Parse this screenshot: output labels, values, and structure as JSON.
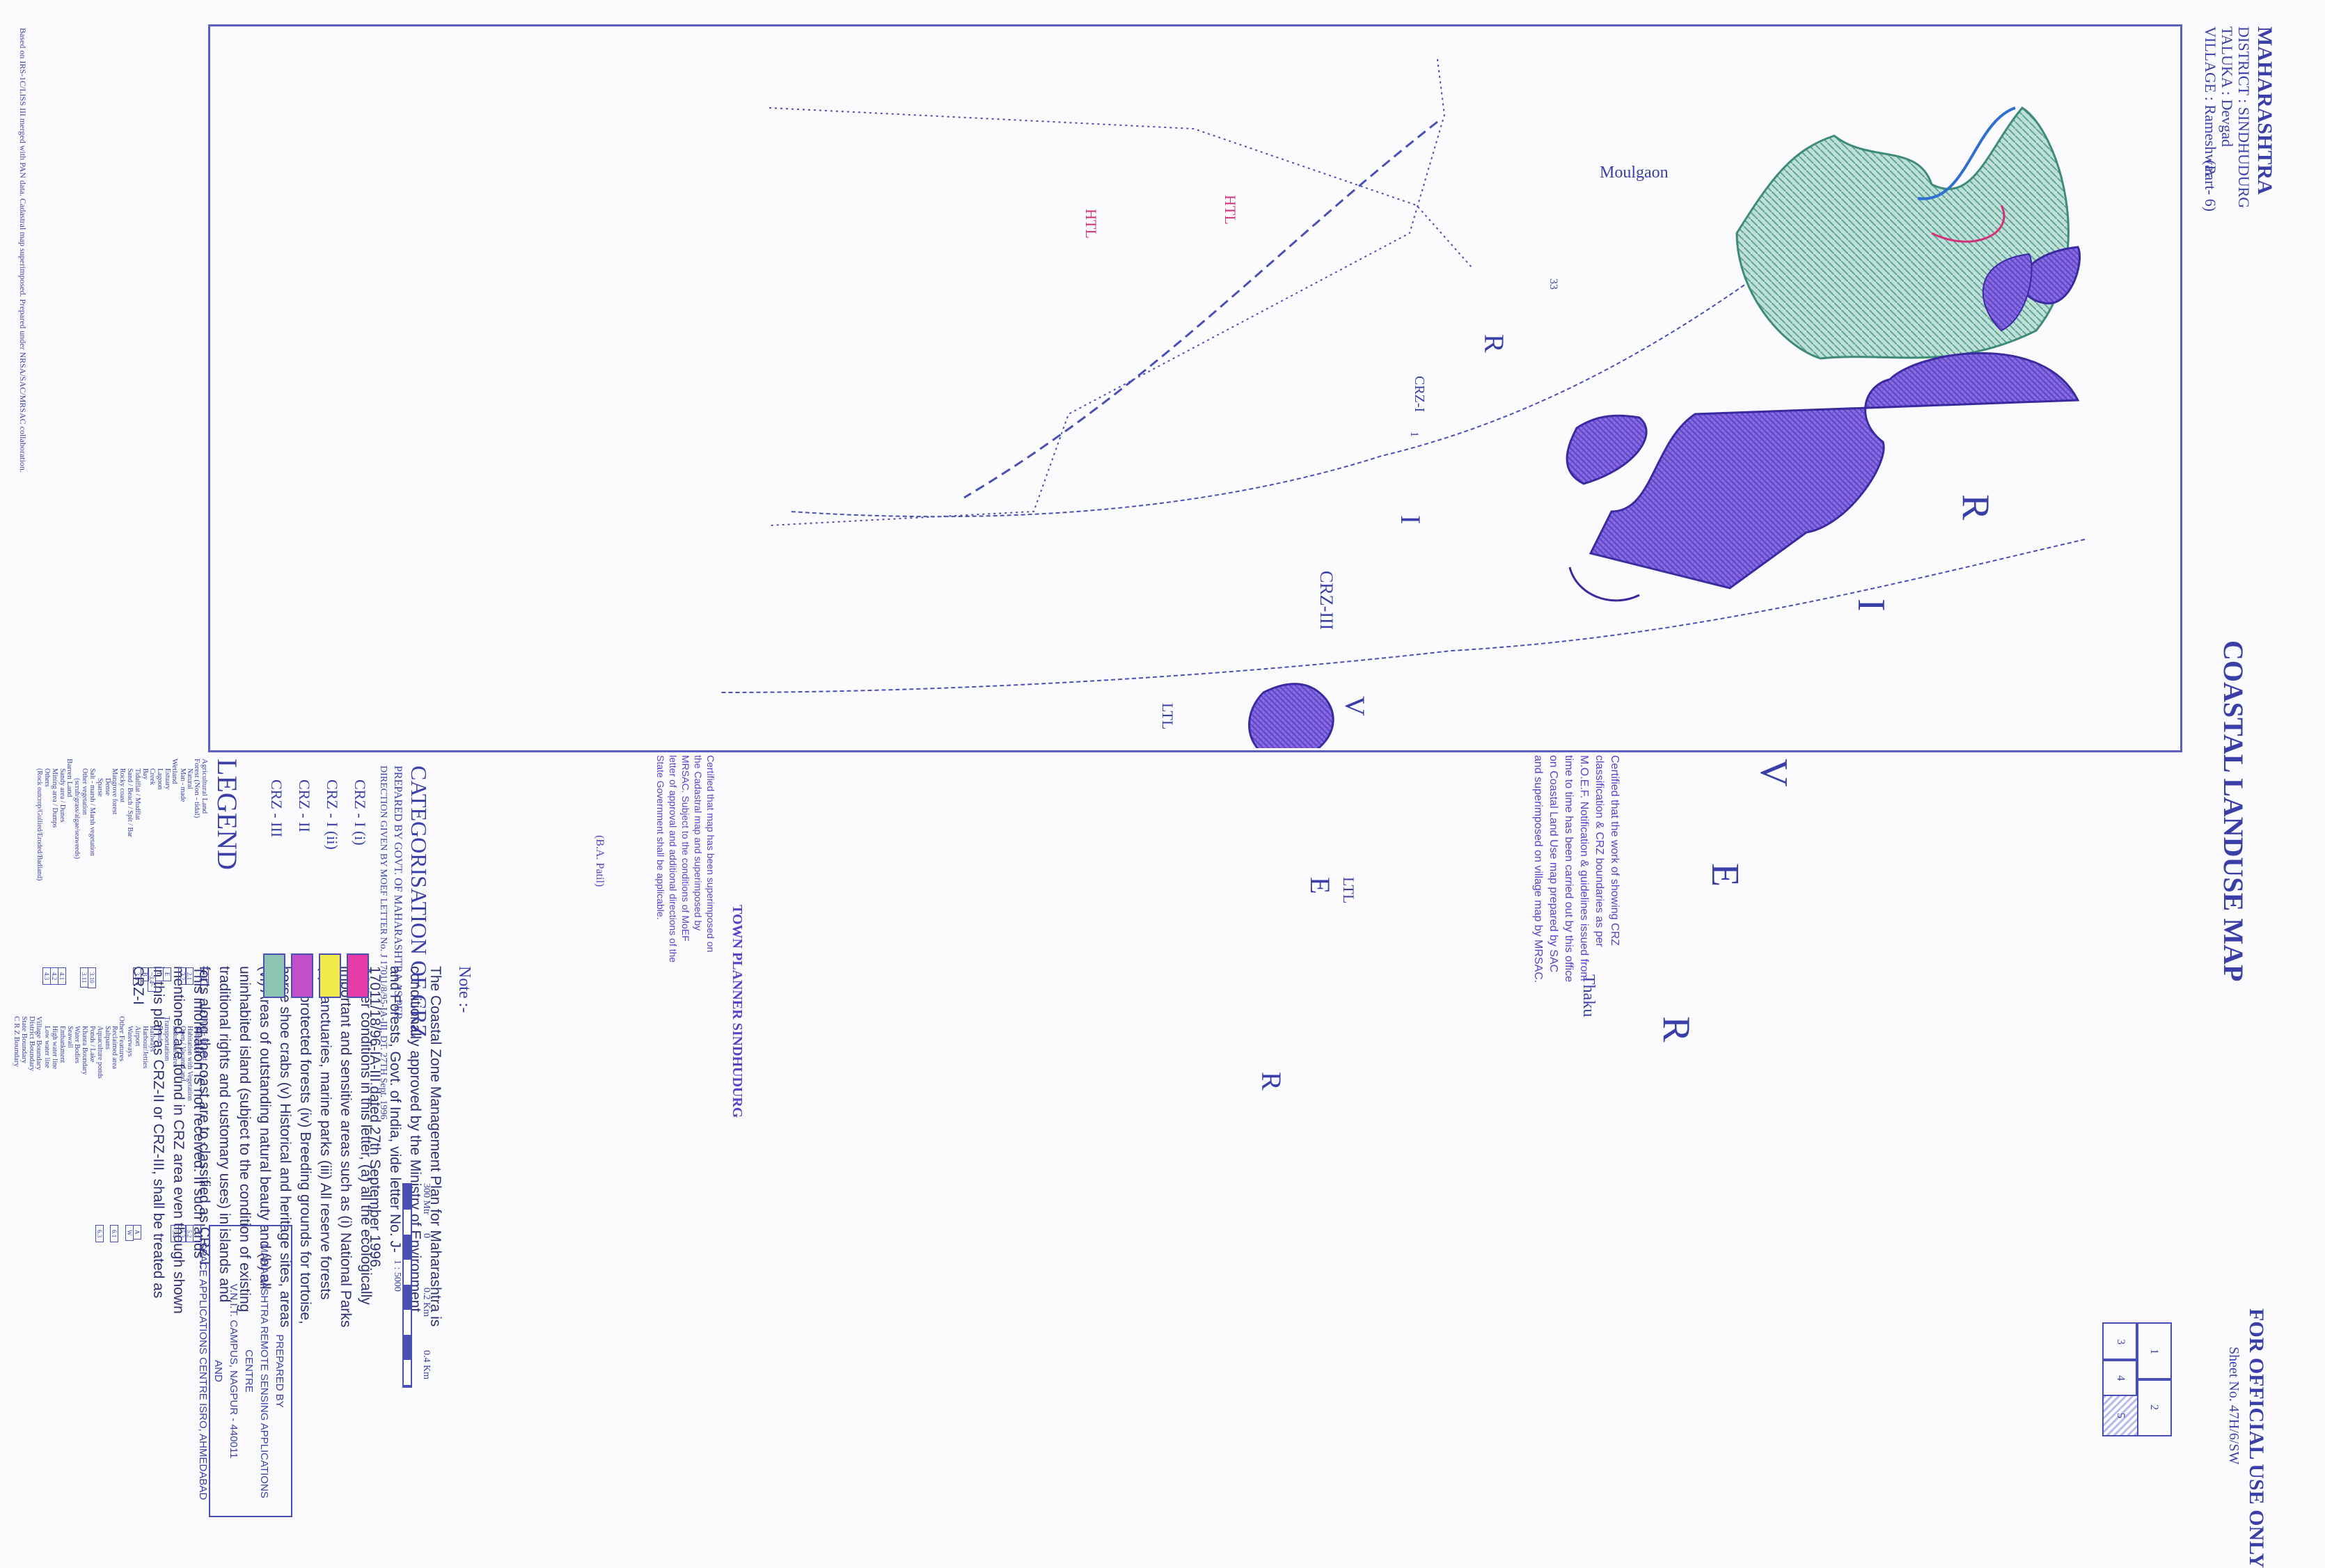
{
  "header": {
    "state": "MAHARASHTRA",
    "district": "DISTRICT : SINDHUDURG",
    "taluka": "TALUKA : Devgad",
    "village": "VILLAGE : Rameshwar",
    "part": "(Part- 6)",
    "title": "COASTAL LANDUSE MAP",
    "official": "FOR OFFICIAL USE ONLY",
    "sheet": "Sheet No. 47H/6/SW"
  },
  "index_grid": {
    "row1": [
      "1",
      "2"
    ],
    "row2": [
      "3",
      "4",
      "5"
    ]
  },
  "legend_left": [
    {
      "label": "Agricultural Land",
      "indent": 0,
      "code": "1.1"
    },
    {
      "label": "Forest (Non - tidal)",
      "indent": 0,
      "code": ""
    },
    {
      "label": "Natural",
      "indent": 1,
      "code": "2.1"
    },
    {
      "label": "Man - made",
      "indent": 1,
      "code": "2.2"
    },
    {
      "label": "Wetland",
      "indent": 0,
      "code": ""
    },
    {
      "label": "Estuary",
      "indent": 1,
      "code": "E"
    },
    {
      "label": "Lagoon",
      "indent": 1,
      "code": "L"
    },
    {
      "label": "Creek",
      "indent": 1,
      "code": "~3.4~"
    },
    {
      "label": "Bay",
      "indent": 1,
      "code": "B"
    },
    {
      "label": "Tidalflat / Mudflat",
      "indent": 1,
      "code": "3.5"
    },
    {
      "label": "Sand / Beach / Spit / Bar",
      "indent": 1,
      "code": ""
    },
    {
      "label": "Rocky coast",
      "indent": 1,
      "code": ""
    },
    {
      "label": "Mangrove forest",
      "indent": 1,
      "code": ""
    },
    {
      "label": "Dense",
      "indent": 2,
      "code": ""
    },
    {
      "label": "Sparse",
      "indent": 2,
      "code": ""
    },
    {
      "label": "Salt - marsh / Marsh vegetation",
      "indent": 1,
      "code": "3.10"
    },
    {
      "label": "Other vegetation",
      "indent": 1,
      "code": "3.11"
    },
    {
      "label": "(scrub/grass/algae/seaweeds)",
      "indent": 2,
      "code": ""
    },
    {
      "label": "Barren Land",
      "indent": 0,
      "code": ""
    },
    {
      "label": "Sandy area / Dunes",
      "indent": 1,
      "code": "4.1"
    },
    {
      "label": "Mining area / Dumps",
      "indent": 1,
      "code": "4.2"
    },
    {
      "label": "Others",
      "indent": 1,
      "code": "4.3"
    },
    {
      "label": "(Rock outcrop/Gullied/Eroded/Badland)",
      "indent": 1,
      "code": ""
    }
  ],
  "legend_right": [
    {
      "label": "Built - up land",
      "indent": 0,
      "code": ""
    },
    {
      "label": "Habitation",
      "indent": 1,
      "code": "5.1"
    },
    {
      "label": "Habitation with Vegetation",
      "indent": 1,
      "code": "5.2"
    },
    {
      "label": "Open / Vacant Land",
      "indent": 1,
      "code": "5.3"
    },
    {
      "label": "Industrial Area",
      "indent": 1,
      "code": "5.4"
    },
    {
      "label": "Transportation",
      "indent": 0,
      "code": ""
    },
    {
      "label": "Roads",
      "indent": 1,
      "code": ""
    },
    {
      "label": "Railways",
      "indent": 1,
      "code": ""
    },
    {
      "label": "Harbour/Jetties",
      "indent": 1,
      "code": ""
    },
    {
      "label": "Airport",
      "indent": 1,
      "code": "A"
    },
    {
      "label": "Waterways",
      "indent": 1,
      "code": "W"
    },
    {
      "label": "Other Features",
      "indent": 0,
      "code": ""
    },
    {
      "label": "Reclaimed area",
      "indent": 1,
      "code": "6.1"
    },
    {
      "label": "Saltpans",
      "indent": 1,
      "code": ""
    },
    {
      "label": "Aquaculture ponds",
      "indent": 1,
      "code": "6.3"
    },
    {
      "label": "Ponds / Lake",
      "indent": 1,
      "code": ""
    },
    {
      "label": "Khasra Boundary",
      "indent": 1,
      "code": ""
    },
    {
      "label": "Water Bodies",
      "indent": 1,
      "code": ""
    },
    {
      "label": "Seawall",
      "indent": 1,
      "code": ""
    },
    {
      "label": "Embankment",
      "indent": 1,
      "code": ""
    },
    {
      "label": "High water line",
      "indent": 1,
      "code": ""
    },
    {
      "label": "Low water line",
      "indent": 1,
      "code": ""
    },
    {
      "label": "Village Boundary",
      "indent": 0,
      "code": ""
    },
    {
      "label": "District Boundary",
      "indent": 0,
      "code": ""
    },
    {
      "label": "State Boundary",
      "indent": 0,
      "code": ""
    },
    {
      "label": "C R Z Boundary",
      "indent": 0,
      "code": ""
    }
  ],
  "legend_title": "LEGEND",
  "scale": {
    "ratio": "1 : 5000",
    "left": "300 Mtr",
    "zero": "0",
    "mid": "0.2 Km",
    "right": "0.4 Km"
  },
  "crz": {
    "title": "CATEGORISATION OF CRZ",
    "items": [
      {
        "label": "CRZ - I (i)",
        "color": "#e63aa6"
      },
      {
        "label": "CRZ - I (ii)",
        "color": "#f2e94a"
      },
      {
        "label": "CRZ - II",
        "color": "#c14fc7"
      },
      {
        "label": "CRZ - III",
        "color": "#8fc3b4"
      }
    ],
    "prepared_for": "PREPARED BY GOVT. OF MAHARASHTRA AS PER",
    "direction": "DIRECTION GIVEN BY MOEF LETTER No. J 17011/8/95-IA-III, DT. 27TH Sept. 1996"
  },
  "prepared_by": {
    "l1": "PREPARED BY",
    "l2": "MAHARASHTRA REMOTE SENSING APPLICATIONS CENTRE",
    "l3": "V.N.I.T. CAMPUS, NAGPUR - 440011",
    "l4": "AND",
    "l5": "SPACE APPLICATIONS CENTRE ISRO, AHMEDABAD"
  },
  "notes": {
    "title": "Note :-",
    "p1": "The Coastal Zone Management Plan for Maharashtra is conditionally approved by the Ministry of Environment and Forests, Govt. of India, vide letter No. J-17011/18/96-IA-III dated 27th September 1996.",
    "p2": "As per conditions in this letter, (a) all the ecologically important and sensitive areas such as (i) National Parks (ii) Sanctuaries, marine parks (iii) All reserve forests and protected forests (iv) Breeding grounds for tortoise, horse shoe crabs (v) Historical and heritage sites, areas (vi) Areas of outstanding natural beauty and (b) all uninhabited island (subject to the condition of existing traditional rights and customary uses) in islands and forts along the coast are to classified as CRZ I.",
    "p3": "This information is not received. If such lands mentioned are found in CRZ area even though shown in this plan as CRZ-II or CRZ-III, shall be treated as CRZ-I"
  },
  "certification": {
    "text1": "Certified that the work of showing CRZ classification & CRZ boundaries as per M.O.E.F. Notification & guidelines issued from time to time has been carried out by this office on Coastal Land Use map prepared by SAC and superimposed on village map by MRSAC.",
    "stamp": "TOWN PLANNER SINDHUDURG",
    "text2": "Certified that map has been superimposed on the Cadastral map and superimposed by MRSAC. Subject to the conditions of MoEF letter of approval and additional directions of the State Government shall be applicable.",
    "sign": "(B.A. Patil)"
  },
  "map_labels": {
    "moulgaon": "Moulgaon",
    "thaku": "Thaku",
    "river": [
      "R",
      "I",
      "V",
      "E",
      "R"
    ],
    "river_inner": [
      "R",
      "I",
      "V",
      "E",
      "R"
    ],
    "htl": "HTL",
    "ltl": "LTL",
    "crz": "CRZ-III",
    "crz2": "CRZ-I",
    "num_33": "33",
    "num_1": "1"
  },
  "footer_text": "Based on IRS-1C/LISS III merged with PAN data. Cadastral map superimposed. Prepared under NRSA/SAC/MRSAC collaboration.",
  "colors": {
    "ink": "#3a3fa8",
    "hatch": "#5b3fc9",
    "mangrove": "#6fb3a3",
    "pink": "#e63aa6"
  }
}
